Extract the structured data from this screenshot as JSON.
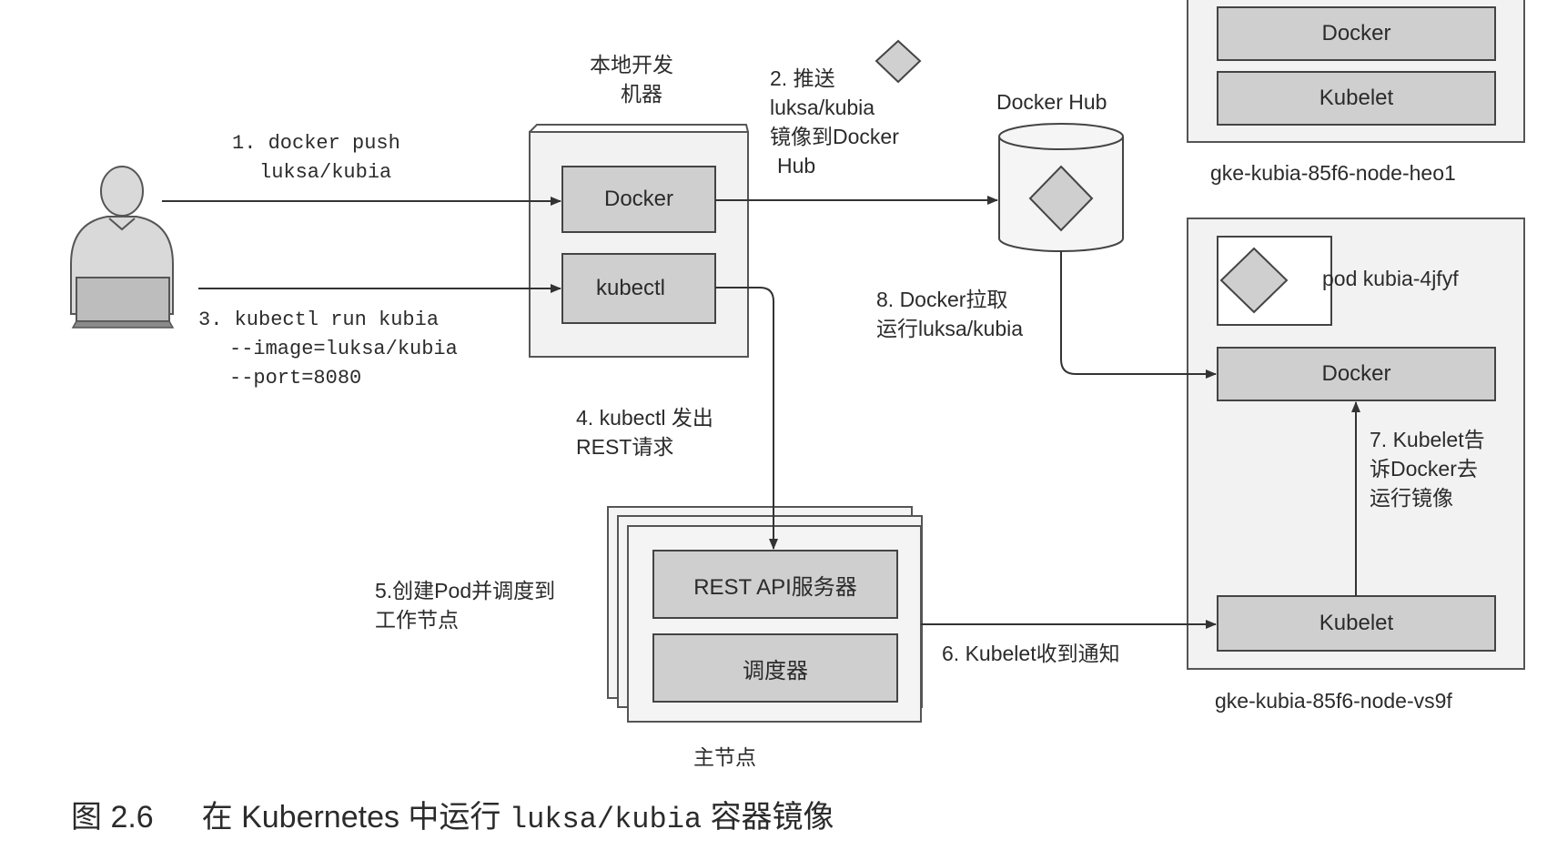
{
  "local_machine": {
    "title": [
      "本地开发",
      "机器"
    ],
    "docker": "Docker",
    "kubectl": "kubectl"
  },
  "steps": {
    "s1": [
      "1. docker push",
      "luksa/kubia"
    ],
    "s2": [
      "2. 推送",
      "luksa/kubia",
      "镜像到Docker",
      "Hub"
    ],
    "s3": [
      "3. kubectl run kubia",
      "--image=luksa/kubia",
      "--port=8080"
    ],
    "s4": [
      "4. kubectl 发出",
      "REST请求"
    ],
    "s5": [
      "5.创建Pod并调度到",
      "工作节点"
    ],
    "s6": "6.  Kubelet收到通知",
    "s7": [
      "7. Kubelet告",
      "诉Docker去",
      "运行镜像"
    ],
    "s8": [
      "8. Docker拉取",
      "运行luksa/kubia"
    ]
  },
  "docker_hub": {
    "label": "Docker Hub"
  },
  "master": {
    "rest_api": "REST API服务器",
    "scheduler": "调度器",
    "label": "主节点"
  },
  "node_heo1": {
    "docker": "Docker",
    "kubelet": "Kubelet",
    "name": "gke-kubia-85f6-node-heo1"
  },
  "node_vs9f": {
    "pod": "pod kubia-4jfyf",
    "docker": "Docker",
    "kubelet": "Kubelet",
    "name": "gke-kubia-85f6-node-vs9f"
  },
  "caption": {
    "prefix": "图 2.6",
    "text1": "在 Kubernetes 中运行",
    "code": "luksa/kubia",
    "text2": "容器镜像"
  },
  "colors": {
    "box_fill": "#cfcfcf",
    "panel_fill": "#f2f2f2",
    "line": "#333333"
  },
  "icons": [
    "developer-person-icon",
    "container-image-diamond-icon",
    "database-cylinder-icon"
  ]
}
